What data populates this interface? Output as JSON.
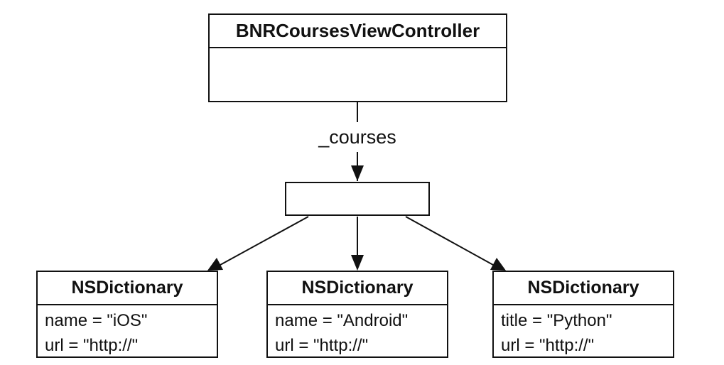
{
  "controller": {
    "title": "BNRCoursesViewController"
  },
  "relation": {
    "label": "_courses"
  },
  "dictionaries": [
    {
      "title": "NSDictionary",
      "lines": [
        "name = \"iOS\"",
        "url = \"http://\""
      ]
    },
    {
      "title": "NSDictionary",
      "lines": [
        "name = \"Android\"",
        "url = \"http://\""
      ]
    },
    {
      "title": "NSDictionary",
      "lines": [
        "title = \"Python\"",
        "url = \"http://\""
      ]
    }
  ],
  "colors": {
    "stroke": "#111111",
    "background": "#ffffff"
  }
}
